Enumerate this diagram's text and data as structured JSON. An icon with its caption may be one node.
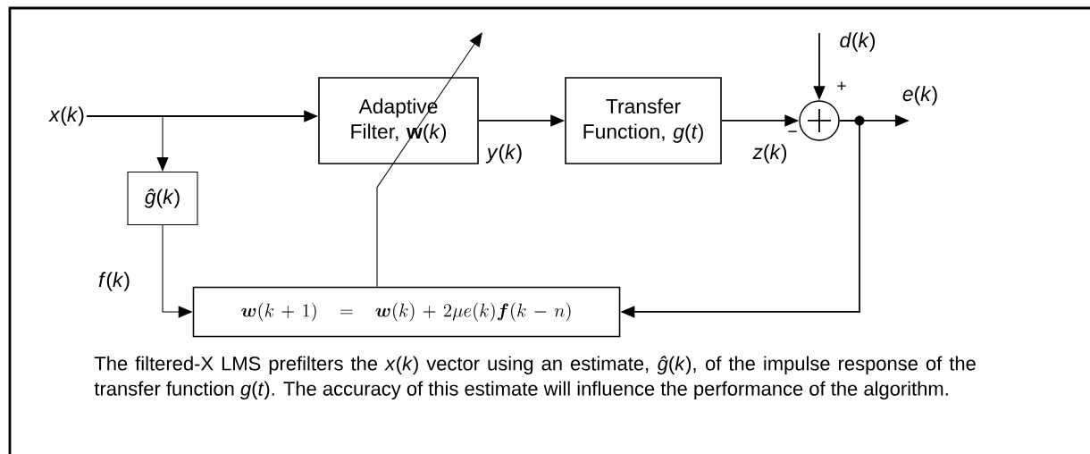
{
  "diagram": {
    "caption": "The filtered-X LMS prefilters the *x*(*k*) vector using an estimate, *ĝ*(*k*), of the impulse response of the transfer function *g*(*t*). The accuracy of this estimate will influence the performance of the algorithm.",
    "nodes": [
      {
        "text": [
          "*x*(*k*)"
        ]
      },
      {
        "text": [
          "*ĝ*(*k*)"
        ]
      },
      {
        "text": [
          "Adaptive Filter, **w**(*k*)"
        ]
      },
      {
        "text": [
          "Transfer Function, *g*(*t*)"
        ]
      },
      {
        "text": [],
        "shape": "circle"
      },
      {
        "text": [
          "\\boldsymbol{w}(k+1) \\;=\\; \\boldsymbol{w}(k)+2\\mu e(k)\\boldsymbol{f}(k-n)"
        ]
      }
    ],
    "edges": [
      {
        "from": 0,
        "to": 2,
        "arrow": "to"
      },
      {
        "from": 0,
        "to": 1,
        "arrow": "to"
      },
      {
        "from": 2,
        "to": 3,
        "arrow": "to",
        "label": "*y*(*k*)"
      },
      {
        "from": 3,
        "to": 4,
        "arrow": "to",
        "label": "*z*(*k*)"
      },
      {
        "from": null,
        "to": 4,
        "arrow": "to",
        "label": "*d*(*k*)"
      },
      {
        "from": 4,
        "to": null,
        "arrow": "to",
        "label": "*e*(*k*)"
      },
      {
        "from": 4,
        "to": 5,
        "arrow": "to"
      },
      {
        "from": 1,
        "to": 5,
        "arrow": "to",
        "label": "*f*(*k*)"
      },
      {
        "from": 5,
        "to": null,
        "arrow": "to"
      }
    ],
    "labels": [
      "+",
      "−"
    ]
  }
}
